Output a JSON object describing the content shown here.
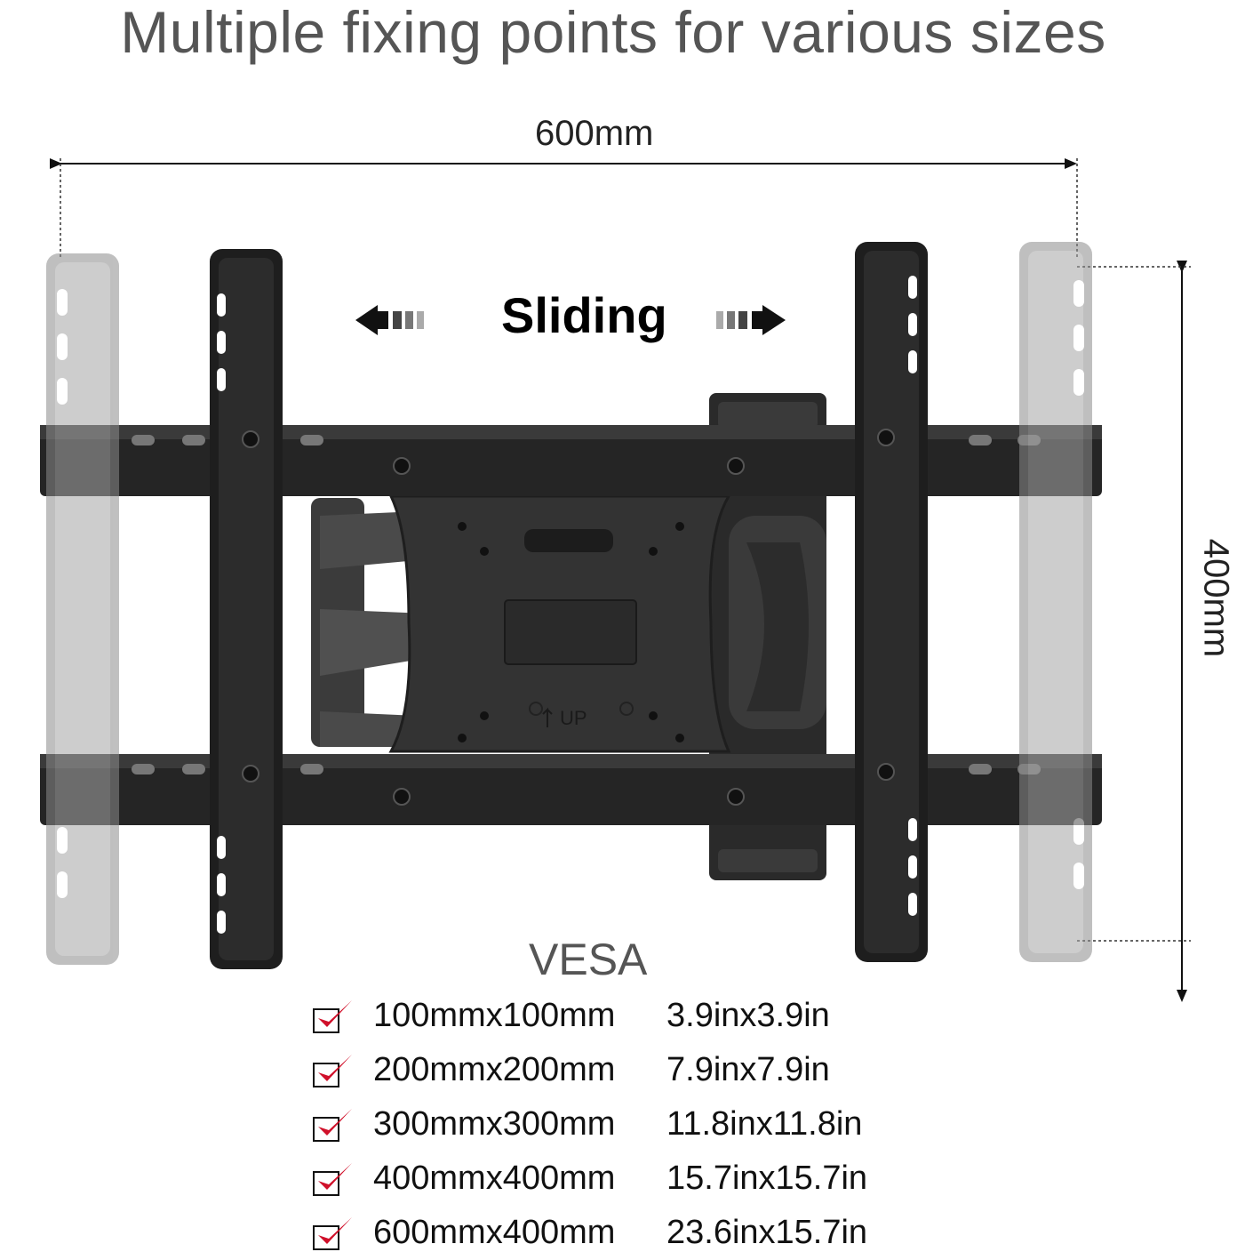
{
  "headline": "Multiple fixing points for various sizes",
  "dimensions": {
    "width_label": "600mm",
    "height_label": "400mm"
  },
  "sliding_label": "Sliding",
  "plate_marking": "UP",
  "vesa": {
    "title": "VESA",
    "sizes": [
      {
        "metric": "100mmx100mm",
        "imperial": "3.9inx3.9in"
      },
      {
        "metric": "200mmx200mm",
        "imperial": "7.9inx7.9in"
      },
      {
        "metric": "300mmx300mm",
        "imperial": "11.8inx11.8in"
      },
      {
        "metric": "400mmx400mm",
        "imperial": "15.7inx15.7in"
      },
      {
        "metric": "600mmx400mm",
        "imperial": "23.6inx15.7in"
      }
    ]
  },
  "icons": [
    "arrow-left-icon",
    "arrow-right-icon",
    "checkmark-icon",
    "dimension-arrow-icon"
  ],
  "colors": {
    "headline": "#555555",
    "metal": "#1e1e1e",
    "ghost_bracket": "#9a9a9a",
    "check_red": "#d0102a"
  }
}
